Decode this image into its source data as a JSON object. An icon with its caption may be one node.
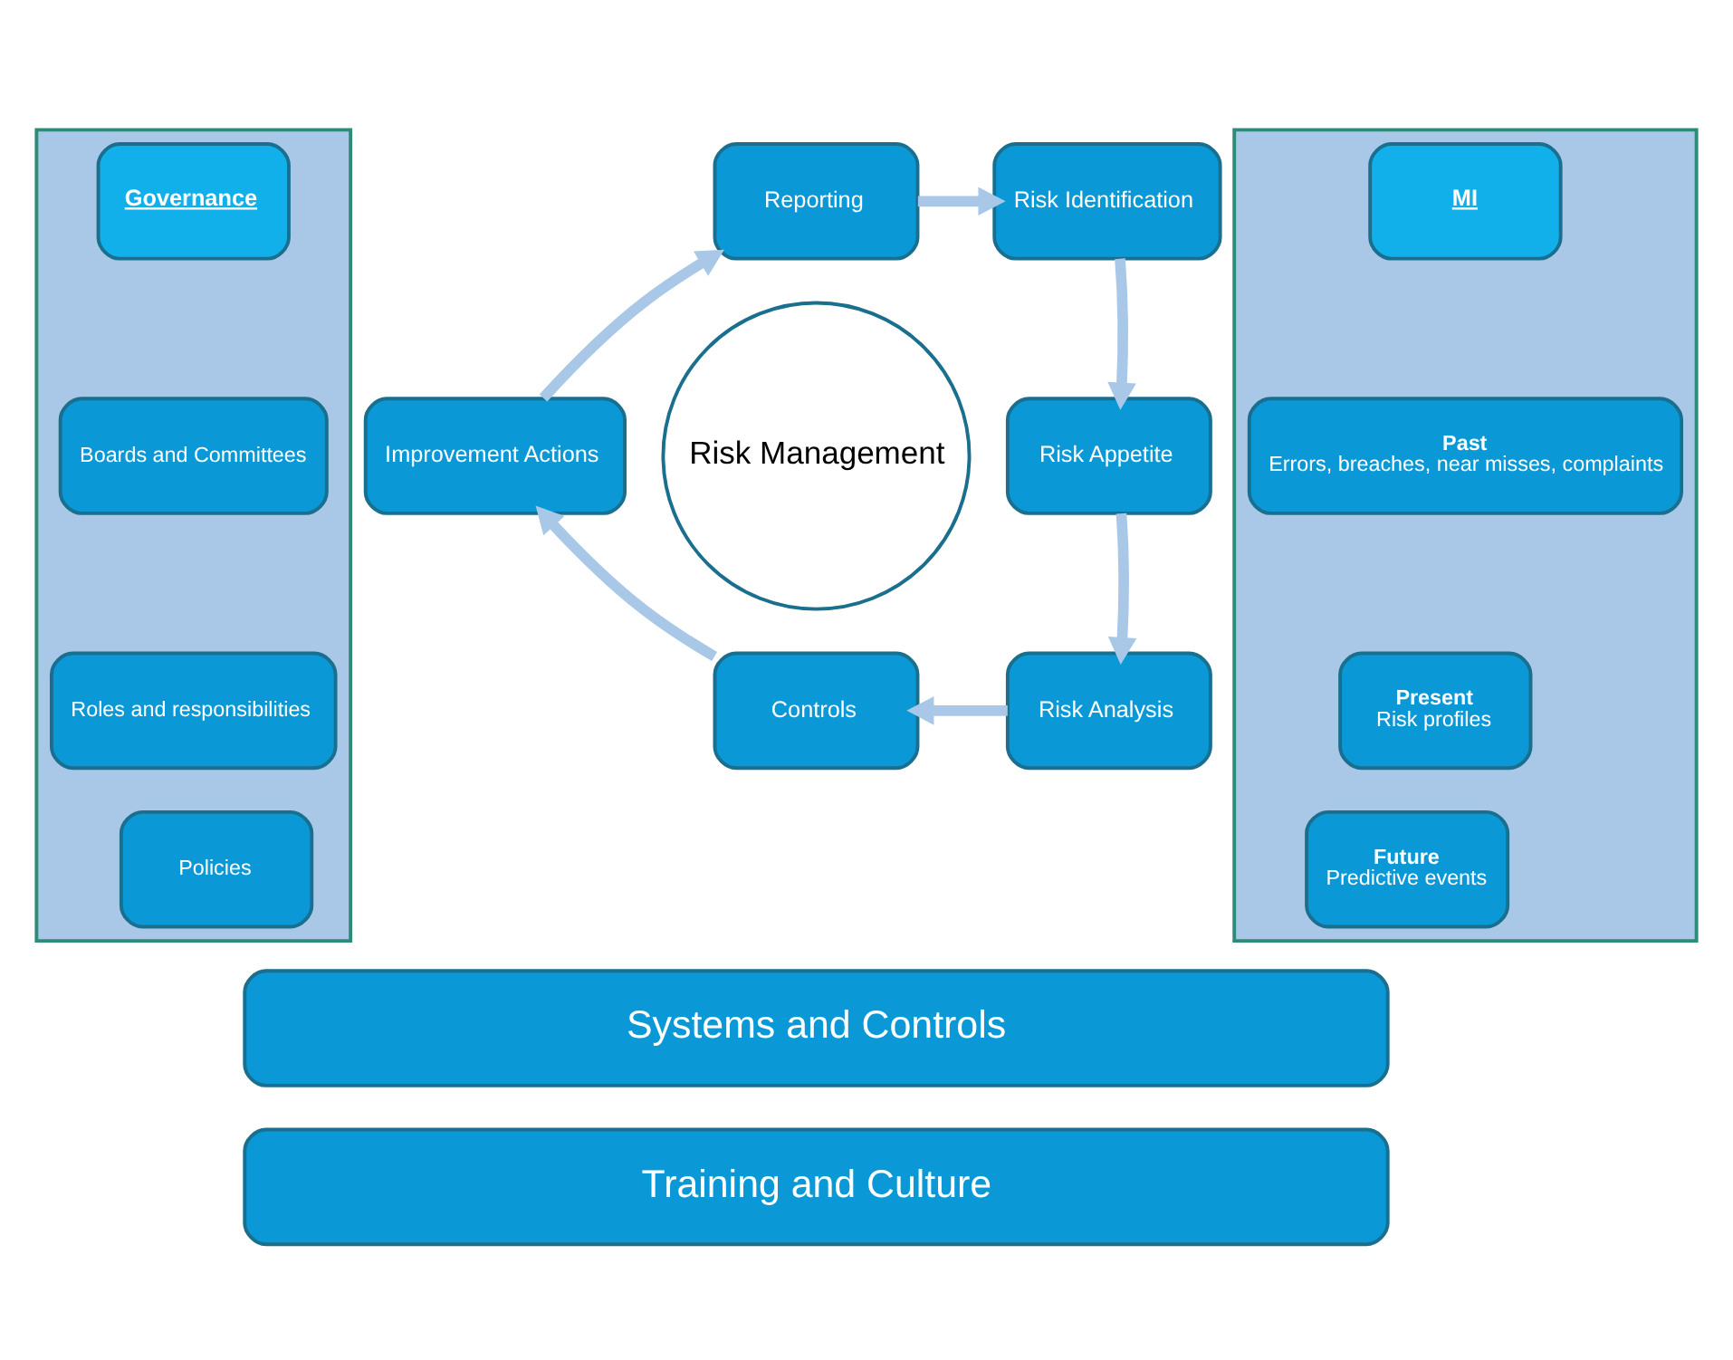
{
  "diagram": {
    "nodes": [
      {
        "text": [],
        "shape": "box"
      },
      {
        "text": [
          "Governance"
        ],
        "in": 0
      },
      {
        "text": [
          "Boards and Committees"
        ],
        "in": 0
      },
      {
        "text": [
          "Roles and responsibilities"
        ],
        "in": 0
      },
      {
        "text": [
          "Policies"
        ],
        "in": 0
      },
      {
        "text": [
          "Reporting"
        ]
      },
      {
        "text": [
          "Risk Identification"
        ]
      },
      {
        "text": [
          "Risk Appetite"
        ]
      },
      {
        "text": [
          "Risk Analysis"
        ]
      },
      {
        "text": [
          "Controls"
        ]
      },
      {
        "text": [
          "Improvement Actions"
        ]
      },
      {
        "text": [
          "Risk Management"
        ]
      },
      {
        "text": [],
        "shape": "box"
      },
      {
        "text": [
          "MI"
        ],
        "in": 12
      },
      {
        "text": [
          "Past",
          "Errors, breaches, near misses, complaints"
        ],
        "in": 12
      },
      {
        "text": [
          "Present",
          "Risk profiles"
        ],
        "in": 12
      },
      {
        "text": [
          "Future",
          "Predictive events"
        ],
        "in": 12
      },
      {
        "text": [
          "Systems and Controls"
        ]
      },
      {
        "text": [
          "Training and Culture"
        ]
      }
    ],
    "edges": [
      {
        "from": 5,
        "to": 6,
        "arrow": "to"
      },
      {
        "from": 6,
        "to": 7,
        "arrow": "to"
      },
      {
        "from": 7,
        "to": 8,
        "arrow": "to"
      },
      {
        "from": 8,
        "to": 9,
        "arrow": "to"
      },
      {
        "from": 9,
        "to": 10,
        "arrow": "to"
      },
      {
        "from": 10,
        "to": 5,
        "arrow": "to"
      }
    ]
  }
}
